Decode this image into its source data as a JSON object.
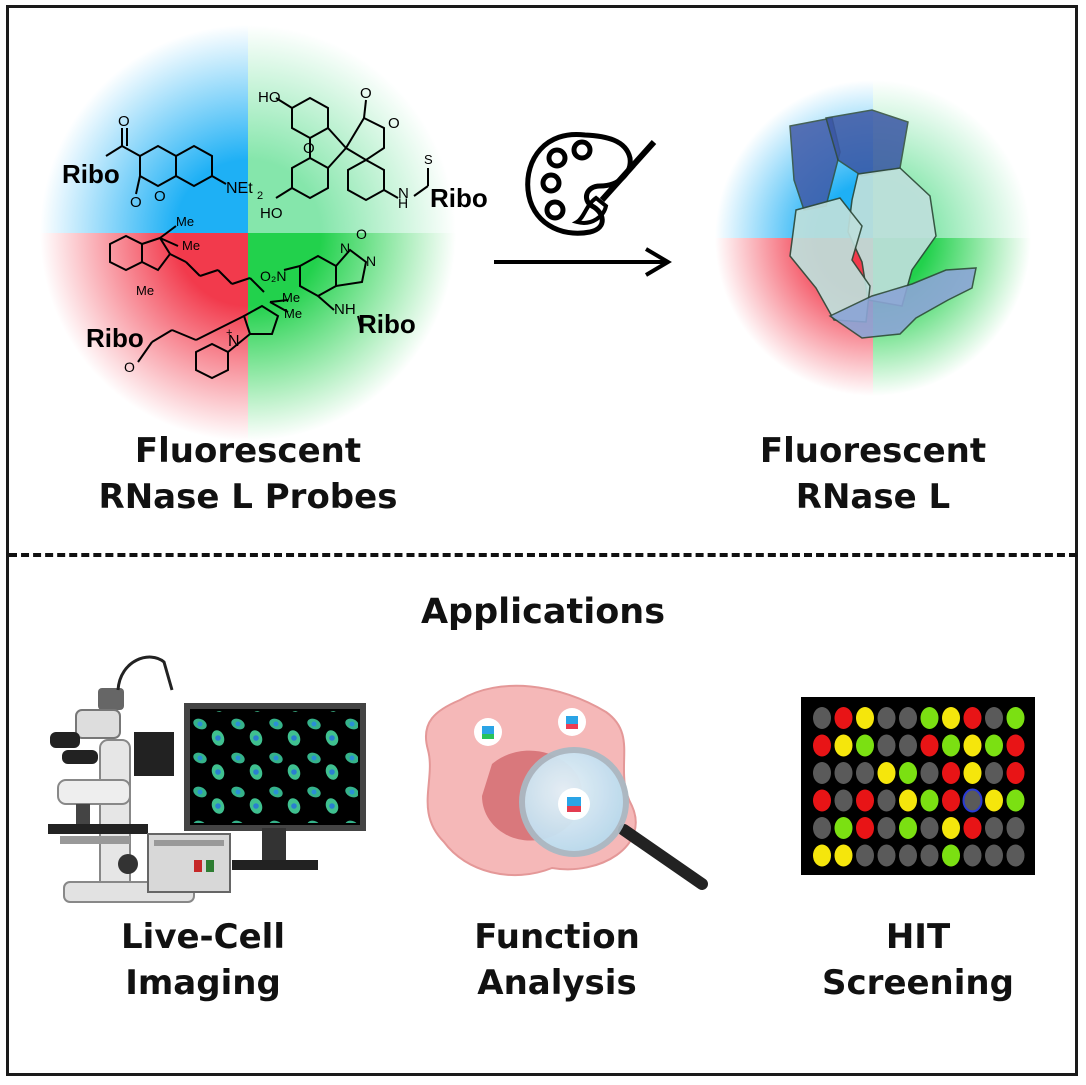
{
  "top": {
    "probes_label_line1": "Fluorescent",
    "probes_label_line2": "RNase L Probes",
    "protein_label_line1": "Fluorescent",
    "protein_label_line2": "RNase L"
  },
  "chemistry": {
    "ribo": "Ribo",
    "net2": "NEt",
    "oh": "HO",
    "s": "S",
    "nh": "H",
    "n": "N",
    "o": "O",
    "me": "Me",
    "no2": "O₂N",
    "nh_nbd": "NH",
    "plus": "+"
  },
  "applications": {
    "heading": "Applications",
    "items": [
      {
        "line1": "Live-Cell",
        "line2": "Imaging"
      },
      {
        "line1": "Function",
        "line2": "Analysis"
      },
      {
        "line1": "HIT",
        "line2": "Screening"
      }
    ]
  },
  "colors": {
    "blue_quadrant": "#29b6f6",
    "green_quadrant": "#2fd15a",
    "red_quadrant": "#f2414f",
    "lightgreen_quadrant": "#8fe7b5",
    "plate_yellow": "#f5e60c",
    "plate_red": "#e81416",
    "plate_green": "#7be012",
    "plate_gray": "#5a5a5a"
  },
  "plate_wells": [
    [
      "gray",
      "red",
      "yellow",
      "gray",
      "gray",
      "green",
      "yellow",
      "red",
      "gray",
      "green"
    ],
    [
      "red",
      "yellow",
      "green",
      "gray",
      "gray",
      "red",
      "green",
      "yellow",
      "green",
      "red"
    ],
    [
      "gray",
      "gray",
      "gray",
      "yellow",
      "green",
      "gray",
      "red",
      "yellow",
      "gray",
      "red"
    ],
    [
      "red",
      "gray",
      "red",
      "gray",
      "yellow",
      "green",
      "red",
      "blue",
      "yellow",
      "green"
    ],
    [
      "gray",
      "green",
      "red",
      "gray",
      "green",
      "gray",
      "yellow",
      "red",
      "gray",
      "gray"
    ],
    [
      "yellow",
      "yellow",
      "gray",
      "gray",
      "gray",
      "gray",
      "green",
      "gray",
      "gray",
      "gray"
    ]
  ]
}
